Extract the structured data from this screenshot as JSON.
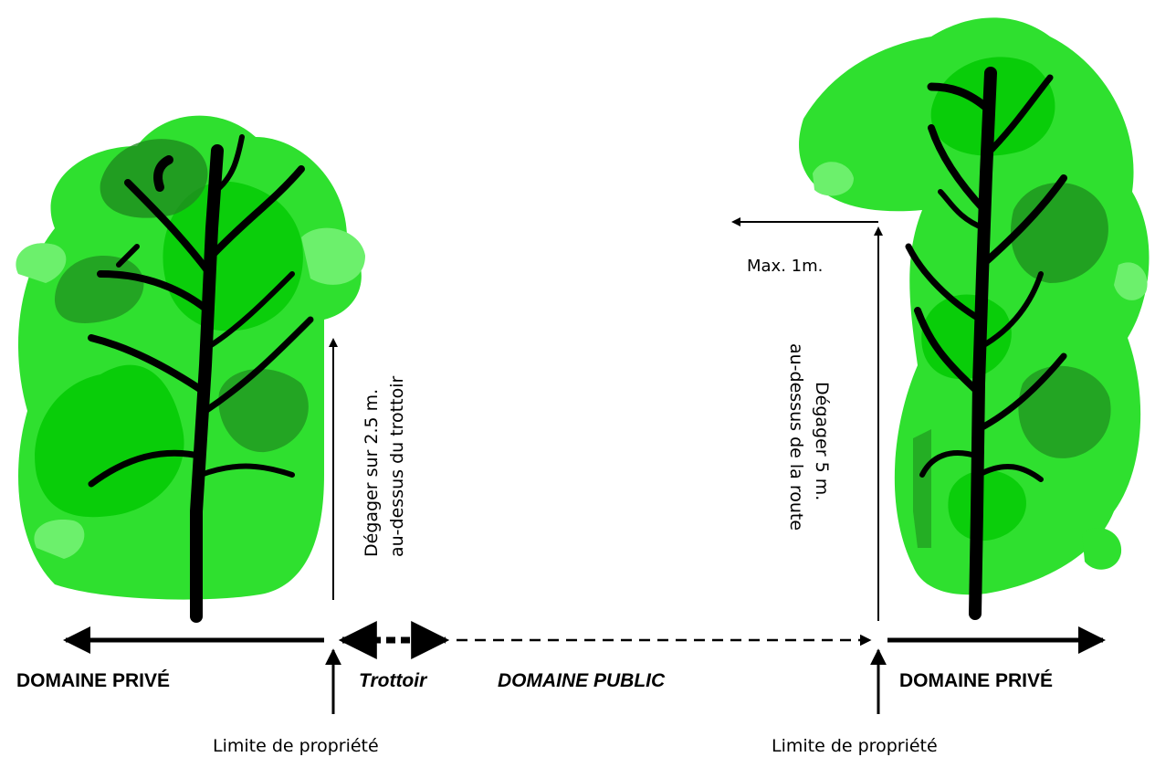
{
  "labels": {
    "left_clearance_line1": "Dégager sur 2.5 m.",
    "left_clearance_line2": "au-dessus du trottoir",
    "right_clearance_line1": "Dégager 5 m.",
    "right_clearance_line2": "au-dessus de la route",
    "max_overhang": "Max. 1m.",
    "private_left": "DOMAINE PRIVÉ",
    "sidewalk": "Trottoir",
    "public": "DOMAINE PUBLIC",
    "private_right": "DOMAINE PRIVÉ",
    "property_limit_left": "Limite de propriété",
    "property_limit_right": "Limite de propriété"
  },
  "colors": {
    "foliage_light": "#2fe02f",
    "foliage_bright": "#00c800",
    "foliage_dark": "#1e8c1e",
    "foliage_pale": "#6cf06c",
    "trunk": "#000000",
    "trunk_inner": "#8a4a1a",
    "lines": "#000000"
  },
  "icons": [
    "tree-icon",
    "arrow-icon"
  ]
}
